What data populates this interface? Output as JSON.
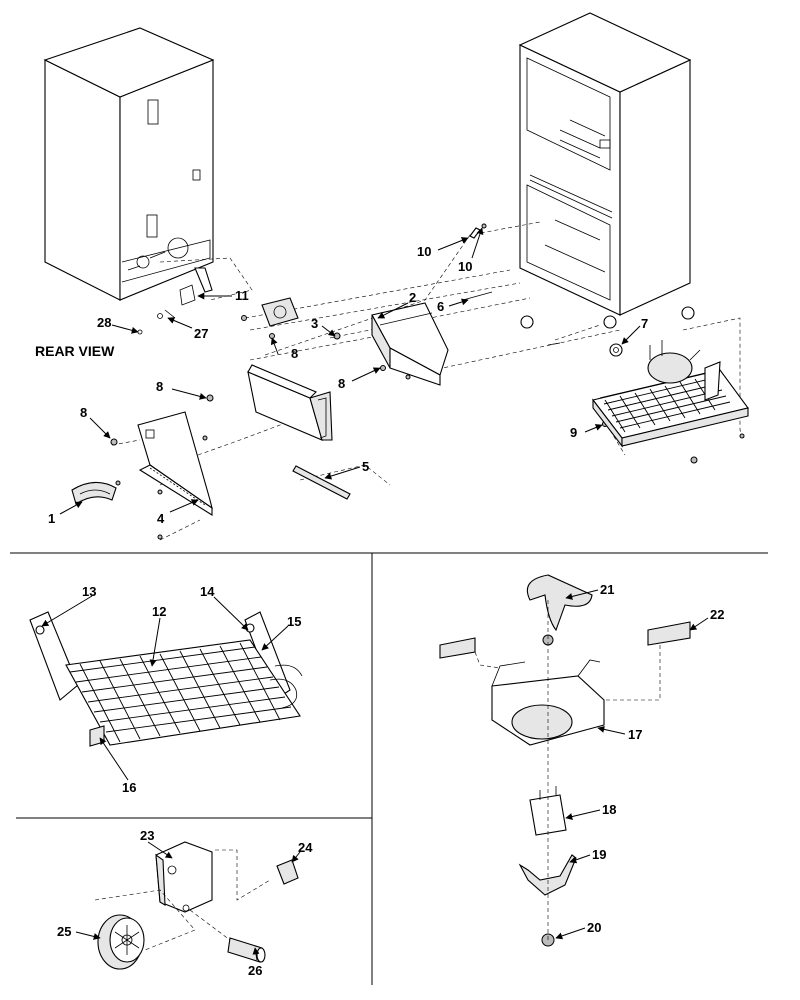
{
  "captions": {
    "rear_view": "REAR VIEW"
  },
  "callouts": {
    "c1": "1",
    "c2": "2",
    "c3": "3",
    "c4": "4",
    "c5": "5",
    "c6": "6",
    "c7": "7",
    "c8a": "8",
    "c8b": "8",
    "c8c": "8",
    "c8d": "8",
    "c9": "9",
    "c10a": "10",
    "c10b": "10",
    "c11": "11",
    "c12": "12",
    "c13": "13",
    "c14": "14",
    "c15": "15",
    "c16": "16",
    "c17": "17",
    "c18": "18",
    "c19": "19",
    "c20": "20",
    "c21": "21",
    "c22": "22",
    "c23": "23",
    "c24": "24",
    "c25": "25",
    "c26": "26",
    "c27": "27",
    "c28": "28"
  }
}
